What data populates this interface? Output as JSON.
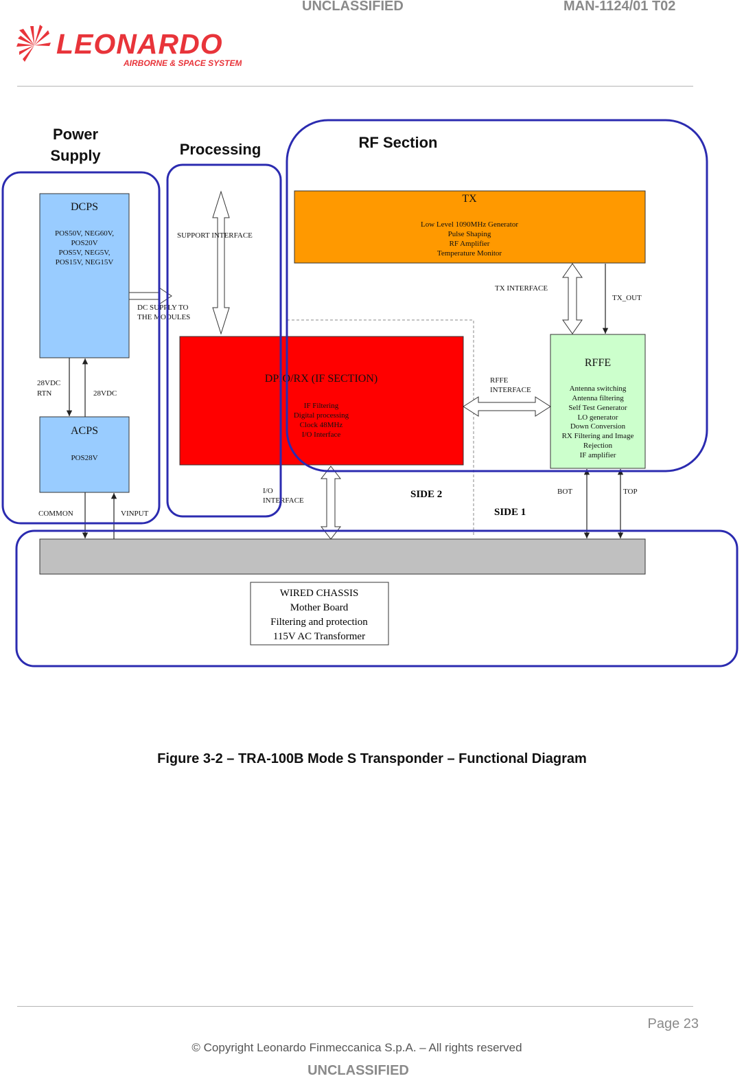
{
  "header": {
    "classification": "UNCLASSIFIED",
    "document_id": "MAN-1124/01 T02",
    "logo": {
      "brand": "LEONARDO",
      "subtitle": "AIRBORNE & SPACE SYSTEMS",
      "color": "#e8343a"
    }
  },
  "diagram": {
    "groups": {
      "power_supply": [
        "Power",
        "Supply"
      ],
      "processing": "Processing",
      "rf_section": "RF Section"
    },
    "blocks": {
      "dcps": {
        "title": "DCPS",
        "lines": [
          "POS50V, NEG60V,",
          "POS20V",
          "POS5V, NEG5V,",
          "POS15V, NEG15V"
        ]
      },
      "acps": {
        "title": "ACPS",
        "lines": [
          "POS28V"
        ]
      },
      "tx": {
        "title": "TX",
        "lines": [
          "Low Level 1090MHz Generator",
          "Pulse Shaping",
          "RF Amplifier",
          "Temperature Monitor"
        ]
      },
      "dpio": {
        "title": "DPIO/RX (IF SECTION)",
        "lines": [
          "IF Filtering",
          "Digital processing",
          "Clock 48MHz",
          "I/O Interface"
        ]
      },
      "rffe": {
        "title": "RFFE",
        "lines": [
          "Antenna switching",
          "Antenna filtering",
          "Self Test Generator",
          "LO generator",
          "Down Conversion",
          "RX Filtering and Image",
          "Rejection",
          "IF amplifier"
        ]
      },
      "chassis": {
        "lines": [
          "WIRED CHASSIS",
          "Mother Board",
          "Filtering and protection",
          "115V AC Transformer"
        ]
      }
    },
    "labels": {
      "support_interface": "SUPPORT INTERFACE",
      "dc_supply": [
        "DC SUPPLY TO",
        "THE MODULES"
      ],
      "v28dc_rtn": [
        "28VDC",
        "RTN"
      ],
      "v28dc": "28VDC",
      "common": "COMMON",
      "vinput": "VINPUT",
      "io_interface": [
        "I/O",
        "INTERFACE"
      ],
      "side2": "SIDE 2",
      "side1": "SIDE 1",
      "tx_interface": "TX INTERFACE",
      "tx_out": "TX_OUT",
      "rffe_interface": [
        "RFFE",
        "INTERFACE"
      ],
      "bot": "BOT",
      "top": "TOP"
    },
    "colors": {
      "blue_box": "#99ccff",
      "tx": "#ff9900",
      "dpio": "#ff0000",
      "rffe": "#ccffcc",
      "chassis_bar": "#c0c0c0",
      "group_outline": "#2b2bb0"
    }
  },
  "caption": "Figure 3-2 – TRA-100B Mode S Transponder – Functional Diagram",
  "footer": {
    "page": "Page 23",
    "copyright": "© Copyright Leonardo Finmeccanica S.p.A.  – All rights reserved",
    "classification": "UNCLASSIFIED"
  }
}
